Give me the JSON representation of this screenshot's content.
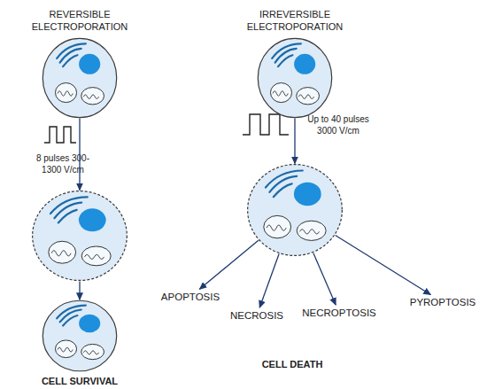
{
  "diagram": {
    "nodes": [
      {
        "text": [
          "REVERSIBLE ELECTROPORATION"
        ]
      },
      {
        "text": []
      },
      {
        "text": [
          "CELL SURVIVAL"
        ]
      },
      {
        "text": [
          "IRREVERSIBLE ELECTROPORATION"
        ]
      },
      {
        "text": []
      },
      {
        "text": [
          "APOPTOSIS"
        ]
      },
      {
        "text": [
          "NECROSIS"
        ]
      },
      {
        "text": [
          "NECROPTOSIS"
        ]
      },
      {
        "text": [
          "PYROPTOSIS"
        ]
      }
    ],
    "edges": [
      {
        "from": 0,
        "to": 1,
        "label": "8 pulses 300-1300 V/cm",
        "arrow": "to"
      },
      {
        "from": 1,
        "to": 2,
        "arrow": "to"
      },
      {
        "from": 3,
        "to": 4,
        "label": "Up to 40 pulses 3000 V/cm",
        "arrow": "to"
      },
      {
        "from": 4,
        "to": 5,
        "arrow": "to"
      },
      {
        "from": 4,
        "to": 6,
        "arrow": "to"
      },
      {
        "from": 4,
        "to": 7,
        "arrow": "to"
      },
      {
        "from": 4,
        "to": 8,
        "arrow": "to"
      }
    ],
    "labels": [
      "CELL DEATH"
    ]
  }
}
